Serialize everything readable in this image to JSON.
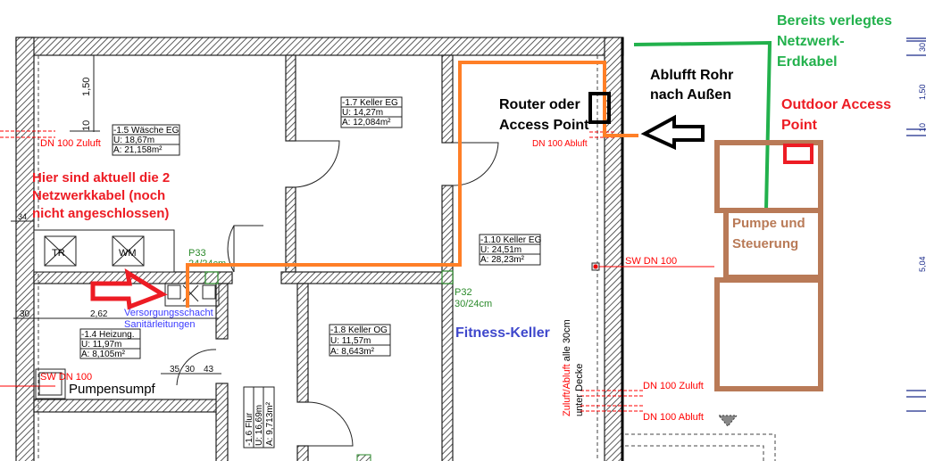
{
  "colors": {
    "network_planned": "#ff7f27",
    "network_existing": "#22b14c",
    "outdoor_ap": "#ed1c24",
    "pump_box": "#b97a57",
    "arrow_red": "#ed1c24",
    "note_red": "#ed1c24",
    "room_label_blue": "#3f48cc",
    "pipe_red": "#ff0000",
    "pillar_green": "#2a8a2a"
  },
  "rooms": [
    {
      "name": "-1.5 Wäsche EG",
      "u": "U: 18,67m",
      "a": "A: 21,158m²"
    },
    {
      "name": "-1.7 Keller EG",
      "u": "U: 14,27m",
      "a": "A: 12,084m²"
    },
    {
      "name": "-1.10 Keller EG",
      "u": "U: 24,51m",
      "a": "A: 28,23m²"
    },
    {
      "name": "-1.4 Heizung.",
      "u": "U: 11,97m",
      "a": "A:  8,105m²"
    },
    {
      "name": "-1.8 Keller OG",
      "u": "U: 11,57m",
      "a": "A:  8,643m²"
    },
    {
      "name": "-1.6 Flur",
      "u": "U: 16,69m",
      "a": "A:  9,713m²"
    }
  ],
  "plan_labels": {
    "dn100_zuluft_left": "DN 100 Zuluft",
    "dn100_abluft_top": "DN 100 Abluft",
    "sw_dn100_right": "SW DN 100",
    "sw_dn100_left": "SW DN 100",
    "pumpensumpf": "Pumpensumpf",
    "versorgung_1": "Versorgungsschacht",
    "versorgung_2": "Sanitärleitungen",
    "p33": "P33",
    "p33_size": "24/24cm",
    "p32": "P32",
    "p32_size": "30/24cm",
    "tr": "TR",
    "wm": "WM",
    "zuluft_abluft": "Zuluft/Abluft",
    "alle_30cm": " alle 30cm",
    "unter_decke": "unter Decke",
    "dn100_zuluft_right": "DN 100 Zuluft",
    "dn100_abluft_right": "DN 100 Abluft"
  },
  "dimensions": {
    "d150": "1,50",
    "d10": "10",
    "d34": "34",
    "d30": "30",
    "d262": "2,62",
    "d35": "35",
    "d30b": "30",
    "d43": "43",
    "r30": "30",
    "r150": "1,50",
    "r10": "10",
    "r504": "5,04"
  },
  "annotations": {
    "fitness": "Fitness-Keller",
    "router_1": "Router oder",
    "router_2": "Access Point",
    "abluft_1": "Ablufft Rohr",
    "abluft_2": "nach Außen",
    "erdkabel_1": "Bereits verlegtes",
    "erdkabel_2": "Netzwerk-",
    "erdkabel_3": "Erdkabel",
    "outdoor_1": "Outdoor Access",
    "outdoor_2": "Point",
    "pumpe_1": "Pumpe und",
    "pumpe_2": "Steuerung",
    "hier_1": "Hier sind aktuell die 2",
    "hier_2": "Netzwerkkabel (noch",
    "hier_3": "nicht angeschlossen)"
  }
}
